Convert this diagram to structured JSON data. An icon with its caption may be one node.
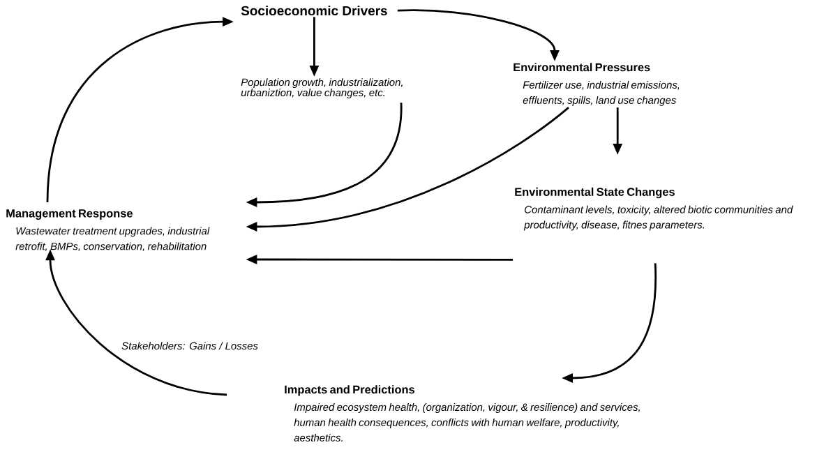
{
  "diagram": {
    "nodes": [
      {
        "text": [
          "Socioeconomic Drivers"
        ]
      },
      {
        "text": [
          "Population growth, industrialization, urbaniztion, value changes, etc."
        ]
      },
      {
        "text": [
          "Environmental Pressures",
          "Fertilizer use, industrial emissions, effluents, spills, land use changes"
        ]
      },
      {
        "text": [
          "Environmental State Changes",
          "Contaminant levels, toxicity, altered biotic communities and productivity, disease, fitnes parameters."
        ]
      },
      {
        "text": [
          "Impacts and Predictions",
          "Impaired ecosystem health, (organization, vigour, & resilience) and services, human health consequences, conflicts with human welfare, productivity, aesthetics."
        ]
      },
      {
        "text": [
          "Management Response",
          "Wastewater treatment upgrades, industrial retrofit, BMPs, conservation, rehabilitation"
        ]
      }
    ],
    "edges": [
      {
        "from": 0,
        "to": 1,
        "arrow": "to"
      },
      {
        "from": 0,
        "to": 2,
        "arrow": "to"
      },
      {
        "from": 2,
        "to": 3,
        "arrow": "to"
      },
      {
        "from": 3,
        "to": 4,
        "arrow": "to"
      },
      {
        "from": 4,
        "to": 5,
        "arrow": "to"
      },
      {
        "from": 5,
        "to": 0,
        "arrow": "to"
      },
      {
        "from": 1,
        "to": 5,
        "arrow": "to"
      },
      {
        "from": 2,
        "to": 5,
        "arrow": "to"
      },
      {
        "from": 3,
        "to": 5,
        "arrow": "to"
      }
    ],
    "labels": [
      "Stakeholders: Gains / Losses"
    ]
  }
}
